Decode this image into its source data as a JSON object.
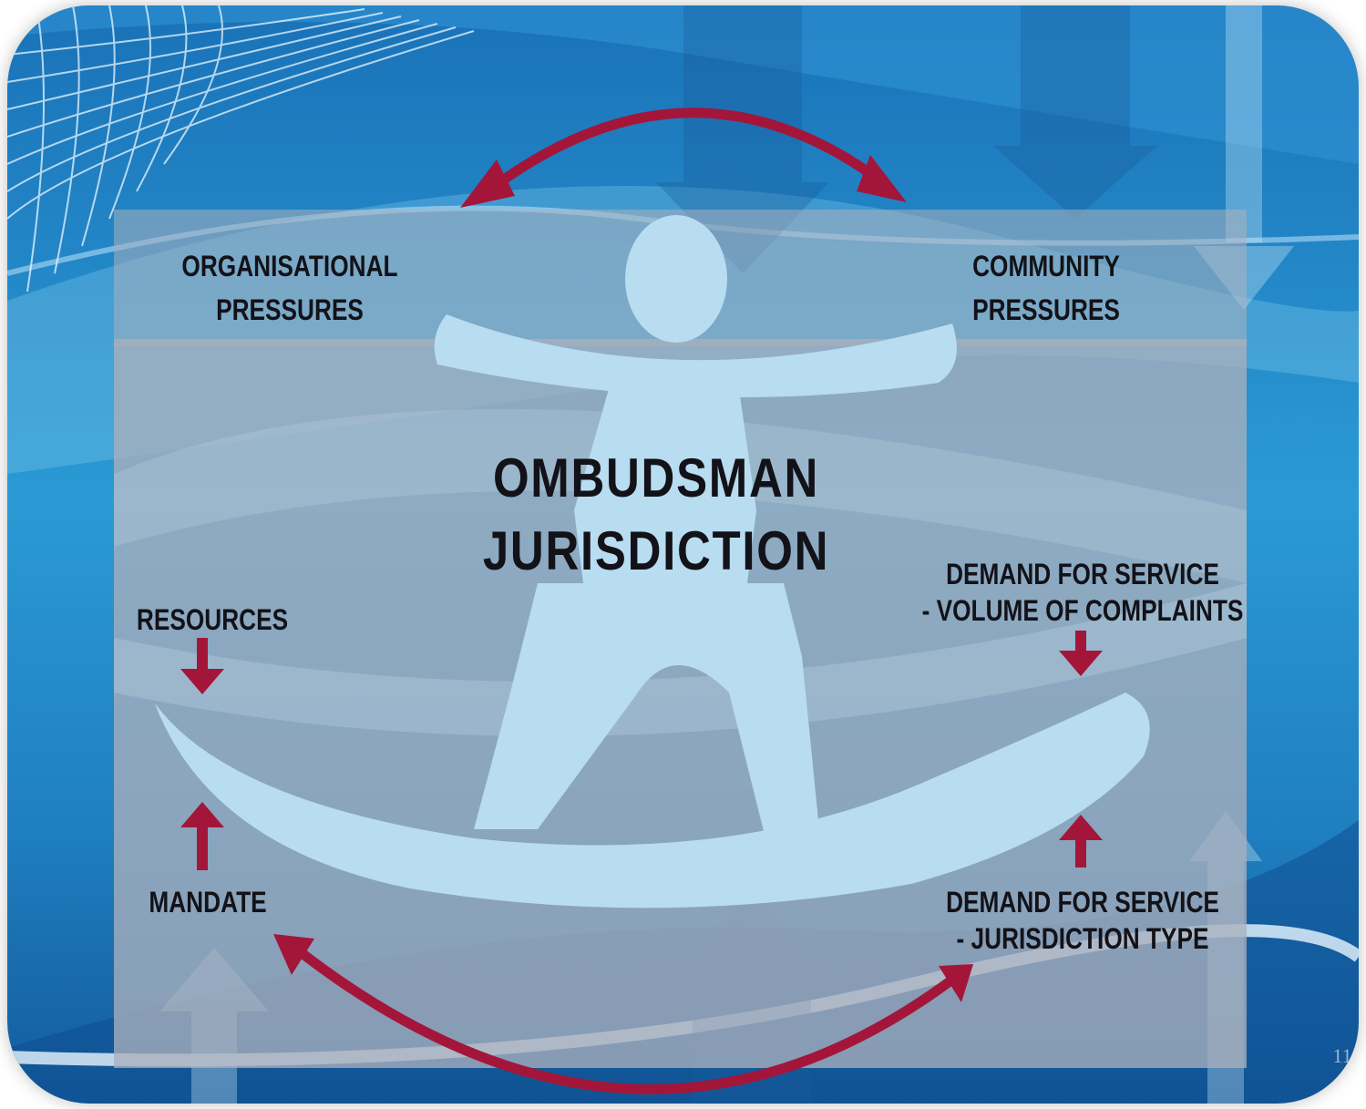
{
  "diagram": {
    "title": [
      "OMBUDSMAN",
      "JURISDICTION"
    ],
    "labels": {
      "organisational_pressures": [
        "ORGANISATIONAL",
        "PRESSURES"
      ],
      "community_pressures": [
        "COMMUNITY",
        "PRESSURES"
      ],
      "resources": "RESOURCES",
      "mandate": "MANDATE",
      "demand_volume": [
        "DEMAND FOR SERVICE",
        "- VOLUME OF COMPLAINTS"
      ],
      "demand_type": [
        "DEMAND FOR SERVICE",
        "- JURISDICTION TYPE"
      ]
    },
    "page_number": "11"
  },
  "colors": {
    "arrow": "#a3163a",
    "panel": "#a9b0bd",
    "figure": "#b8dcf0",
    "text": "#121218"
  },
  "icons": {
    "figure": "balancing-person-icon",
    "arrows": [
      "double-headed-curved-arrow",
      "down-arrow",
      "up-arrow"
    ]
  }
}
